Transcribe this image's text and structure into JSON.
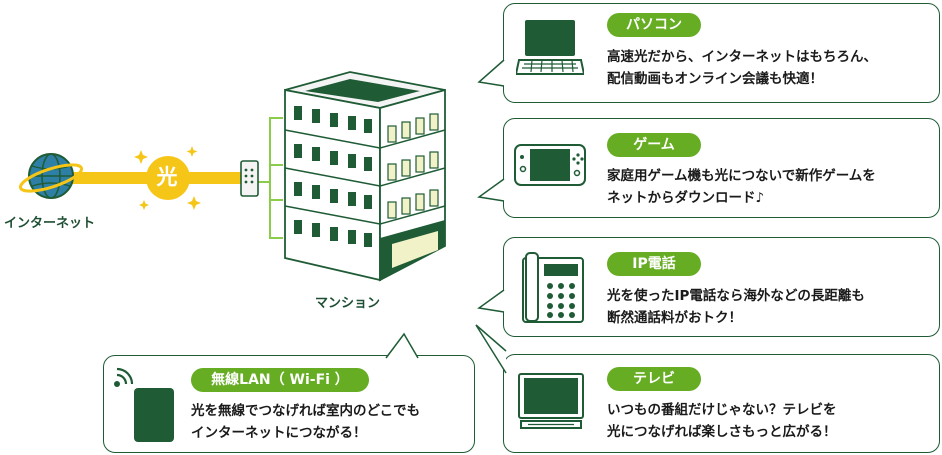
{
  "internet": {
    "label": "インターネット"
  },
  "hikari": {
    "label": "光"
  },
  "building": {
    "label": "マンション"
  },
  "cards": [
    {
      "id": "pc",
      "title": "パソコン",
      "icon": "laptop-icon",
      "lines": [
        "高速光だから、インターネットはもちろん、",
        "配信動画もオンライン会議も快適！"
      ]
    },
    {
      "id": "game",
      "title": "ゲーム",
      "icon": "game-console-icon",
      "lines": [
        "家庭用ゲーム機も光につないで新作ゲームを",
        "ネットからダウンロード♪"
      ]
    },
    {
      "id": "ipphone",
      "title": "IP電話",
      "icon": "ip-phone-icon",
      "lines": [
        "光を使ったIP電話なら海外などの長距離も",
        "断然通話料がおトク！"
      ]
    },
    {
      "id": "tv",
      "title": "テレビ",
      "icon": "tv-icon",
      "lines": [
        "いつもの番組だけじゃない？テレビを",
        "光につなげれば楽しさもっと広がる！"
      ]
    },
    {
      "id": "wifi",
      "title": "無線LAN（ Wi-Fi ）",
      "icon": "wifi-router-icon",
      "lines": [
        "光を無線でつなげれば室内のどこでも",
        "インターネットにつながる！"
      ]
    }
  ],
  "colors": {
    "dark_green": "#1f5c36",
    "accent_green": "#66ad23",
    "fiber_yellow": "#f5c518",
    "globe_blue": "#2e7fa6"
  }
}
